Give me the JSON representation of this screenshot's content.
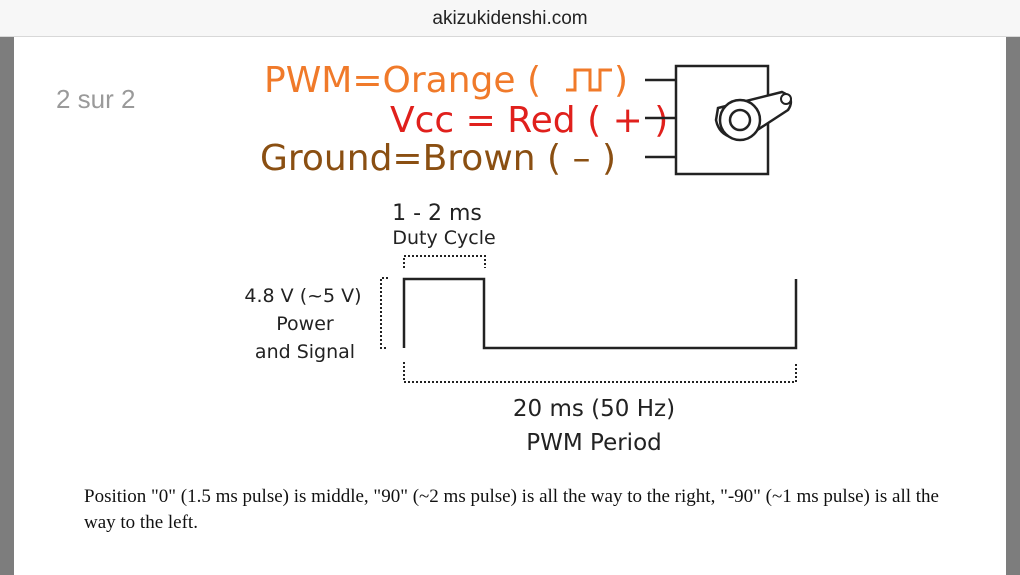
{
  "browser": {
    "url": "akizukidenshi.com"
  },
  "viewer": {
    "page_counter": "2 sur 2"
  },
  "diagram": {
    "wires": [
      {
        "name": "PWM",
        "color_name": "Orange",
        "symbol": "(⎍⎍)",
        "color": "#f07a2a"
      },
      {
        "name": "Vcc",
        "color_name": "Red",
        "symbol": "( + )",
        "color": "#e0201c"
      },
      {
        "name": "Ground",
        "color_name": "Brown",
        "symbol": "( – )",
        "color": "#8a4f12"
      }
    ],
    "wire_labels": {
      "pwm": "PWM=Orange (",
      "pwm_end": ")",
      "vcc": "Vcc = Red ( + )",
      "ground": "Ground=Brown ( – )"
    },
    "duty_cycle": {
      "range": "1 - 2 ms",
      "label": "Duty Cycle"
    },
    "voltage": {
      "value": "4.8 V (~5 V)",
      "line1": "Power",
      "line2": "and Signal"
    },
    "period": {
      "value": "20 ms (50 Hz)",
      "label": "PWM Period"
    }
  },
  "caption": "Position \"0\" (1.5 ms pulse) is middle, \"90\" (~2 ms pulse) is all the way to the right, \"-90\" (~1 ms pulse) is all the way to the left."
}
